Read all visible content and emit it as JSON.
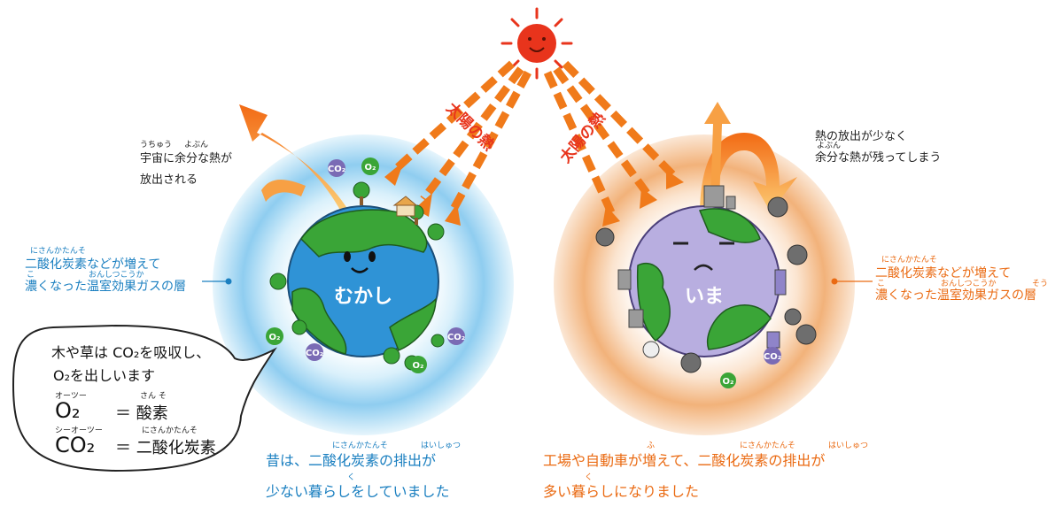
{
  "sun_heat_label": "太陽の熱",
  "left": {
    "planet_label": "むかし",
    "release_text": {
      "line1": "宇宙に余分な熱が",
      "line2": "放出される",
      "ruby1": "うちゅう",
      "ruby2": "よぶん"
    },
    "gas_layer": {
      "line1": "二酸化炭素などが増えて",
      "line2": "濃くなった温室効果ガスの層",
      "ruby1": "にさんかたんそ",
      "ruby2a": "こ",
      "ruby2b": "おんしつこうか"
    },
    "caption": {
      "line1": "昔は、二酸化炭素の排出が",
      "line2": "少ない暮らしをしていました",
      "ruby1a": "にさんかたんそ",
      "ruby1b": "はいしゅつ",
      "ruby2": "く"
    }
  },
  "right": {
    "planet_label": "いま",
    "release_text": {
      "line1": "熱の放出が少なく",
      "line2": "余分な熱が残ってしまう",
      "ruby2": "よぶん"
    },
    "gas_layer": {
      "line1": "二酸化炭素などが増えて",
      "line2": "濃くなった温室効果ガスの層",
      "ruby1": "にさんかたんそ",
      "ruby2a": "こ",
      "ruby2b": "おんしつこうか",
      "ruby2c": "そう"
    },
    "caption": {
      "line1": "工場や自動車が増えて、二酸化炭素の排出が",
      "line2": "多い暮らしになりました",
      "ruby1a": "ふ",
      "ruby1b": "にさんかたんそ",
      "ruby1c": "はいしゅつ",
      "ruby2": "く"
    }
  },
  "bubble": {
    "line1": "木や草は CO₂を吸収し、",
    "line2": "O₂を出しいます",
    "o2_formula": "O₂",
    "o2_name": "＝ 酸素",
    "o2_ruby": "オーツー",
    "o2_name_ruby": "さん そ",
    "co2_formula": "CO₂",
    "co2_name": "＝ 二酸化炭素",
    "co2_ruby": "シーオーツー",
    "co2_name_ruby": "にさんかたんそ"
  },
  "molecule_labels": {
    "co2": "CO₂",
    "o2": "O₂"
  },
  "colors": {
    "sun": "#e8341c",
    "heat_arrow": "#f07a1a",
    "left_ring": "#8fcdf0",
    "right_ring": "#f2b27a",
    "ocean": "#2f93d6",
    "land": "#3aa537",
    "planet_now": "#b8aee0",
    "blue_text": "#1a7fc0",
    "orange_text": "#ea6a12"
  },
  "icons": [
    "sun-icon",
    "smoke-cloud-icon",
    "tree-icon",
    "factory-icon",
    "car-icon"
  ]
}
